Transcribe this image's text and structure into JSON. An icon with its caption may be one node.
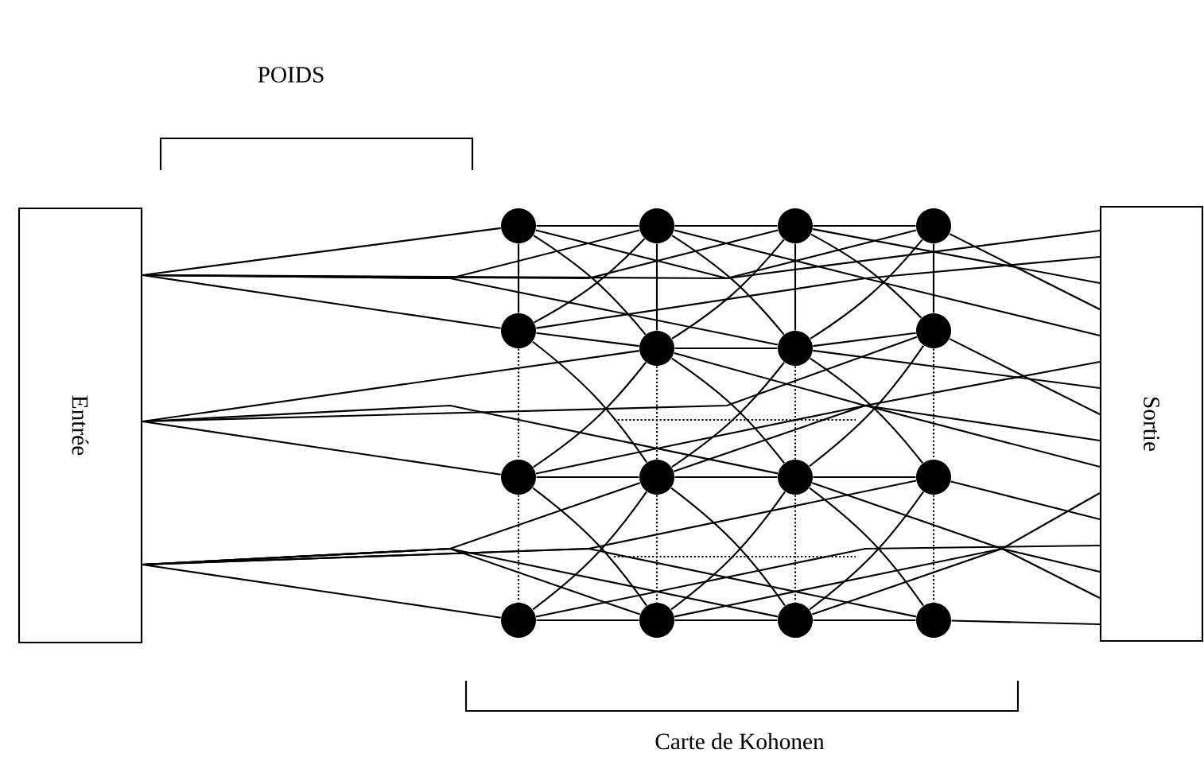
{
  "diagram": {
    "nodes": [
      {
        "text": [
          "Entrée"
        ]
      },
      {
        "text": [
          "Sortie"
        ]
      },
      {
        "text": [],
        "shape": "circle"
      },
      {
        "text": [],
        "shape": "circle"
      },
      {
        "text": [],
        "shape": "circle"
      },
      {
        "text": [],
        "shape": "circle"
      },
      {
        "text": [],
        "shape": "circle"
      },
      {
        "text": [],
        "shape": "circle"
      },
      {
        "text": [],
        "shape": "circle"
      },
      {
        "text": [],
        "shape": "circle"
      },
      {
        "text": [],
        "shape": "circle"
      },
      {
        "text": [],
        "shape": "circle"
      },
      {
        "text": [],
        "shape": "circle"
      },
      {
        "text": [],
        "shape": "circle"
      },
      {
        "text": [],
        "shape": "circle"
      },
      {
        "text": [],
        "shape": "circle"
      },
      {
        "text": [],
        "shape": "circle"
      },
      {
        "text": [],
        "shape": "circle"
      }
    ],
    "edges": [
      {
        "from": 0,
        "to": 2,
        "arrow": "none"
      },
      {
        "from": 0,
        "to": 3,
        "arrow": "none"
      },
      {
        "from": 0,
        "to": 4,
        "arrow": "none"
      },
      {
        "from": 0,
        "to": 5,
        "arrow": "none"
      },
      {
        "from": 0,
        "to": 6,
        "arrow": "none"
      },
      {
        "from": 0,
        "to": 7,
        "arrow": "none"
      },
      {
        "from": 0,
        "to": 8,
        "arrow": "none"
      },
      {
        "from": 0,
        "to": 9,
        "arrow": "none"
      },
      {
        "from": 0,
        "to": 10,
        "arrow": "none"
      },
      {
        "from": 0,
        "to": 11,
        "arrow": "none"
      },
      {
        "from": 0,
        "to": 12,
        "arrow": "none"
      },
      {
        "from": 0,
        "to": 13,
        "arrow": "none"
      },
      {
        "from": 0,
        "to": 14,
        "arrow": "none"
      },
      {
        "from": 0,
        "to": 15,
        "arrow": "none"
      },
      {
        "from": 0,
        "to": 16,
        "arrow": "none"
      },
      {
        "from": 0,
        "to": 17,
        "arrow": "none"
      },
      {
        "from": 2,
        "to": 1,
        "arrow": "none"
      },
      {
        "from": 3,
        "to": 1,
        "arrow": "none"
      },
      {
        "from": 4,
        "to": 1,
        "arrow": "none"
      },
      {
        "from": 5,
        "to": 1,
        "arrow": "none"
      },
      {
        "from": 6,
        "to": 1,
        "arrow": "none"
      },
      {
        "from": 7,
        "to": 1,
        "arrow": "none"
      },
      {
        "from": 8,
        "to": 1,
        "arrow": "none"
      },
      {
        "from": 9,
        "to": 1,
        "arrow": "none"
      },
      {
        "from": 10,
        "to": 1,
        "arrow": "none"
      },
      {
        "from": 11,
        "to": 1,
        "arrow": "none"
      },
      {
        "from": 12,
        "to": 1,
        "arrow": "none"
      },
      {
        "from": 13,
        "to": 1,
        "arrow": "none"
      },
      {
        "from": 14,
        "to": 1,
        "arrow": "none"
      },
      {
        "from": 15,
        "to": 1,
        "arrow": "none"
      },
      {
        "from": 16,
        "to": 1,
        "arrow": "none"
      },
      {
        "from": 17,
        "to": 1,
        "arrow": "none"
      },
      {
        "from": 2,
        "to": 3,
        "arrow": "none"
      },
      {
        "from": 3,
        "to": 4,
        "arrow": "none"
      },
      {
        "from": 4,
        "to": 5,
        "arrow": "none"
      },
      {
        "from": 6,
        "to": 7,
        "arrow": "none"
      },
      {
        "from": 7,
        "to": 8,
        "arrow": "none"
      },
      {
        "from": 8,
        "to": 9,
        "arrow": "none"
      },
      {
        "from": 10,
        "to": 11,
        "arrow": "none"
      },
      {
        "from": 11,
        "to": 12,
        "arrow": "none"
      },
      {
        "from": 12,
        "to": 13,
        "arrow": "none"
      },
      {
        "from": 14,
        "to": 15,
        "arrow": "none"
      },
      {
        "from": 15,
        "to": 16,
        "arrow": "none"
      },
      {
        "from": 16,
        "to": 17,
        "arrow": "none"
      },
      {
        "from": 2,
        "to": 6,
        "arrow": "none"
      },
      {
        "from": 3,
        "to": 7,
        "arrow": "none"
      },
      {
        "from": 4,
        "to": 8,
        "arrow": "none"
      },
      {
        "from": 5,
        "to": 9,
        "arrow": "none"
      },
      {
        "from": 6,
        "to": 10,
        "arrow": "none",
        "style": "dashed"
      },
      {
        "from": 7,
        "to": 11,
        "arrow": "none",
        "style": "dashed"
      },
      {
        "from": 8,
        "to": 12,
        "arrow": "none",
        "style": "dashed"
      },
      {
        "from": 9,
        "to": 13,
        "arrow": "none",
        "style": "dashed"
      },
      {
        "from": 10,
        "to": 14,
        "arrow": "none",
        "style": "dashed"
      },
      {
        "from": 11,
        "to": 15,
        "arrow": "none",
        "style": "dashed"
      },
      {
        "from": 12,
        "to": 16,
        "arrow": "none",
        "style": "dashed"
      },
      {
        "from": 13,
        "to": 17,
        "arrow": "none",
        "style": "dashed"
      },
      {
        "from": 2,
        "to": 7,
        "arrow": "none"
      },
      {
        "from": 3,
        "to": 6,
        "arrow": "none"
      },
      {
        "from": 3,
        "to": 8,
        "arrow": "none"
      },
      {
        "from": 4,
        "to": 7,
        "arrow": "none"
      },
      {
        "from": 4,
        "to": 9,
        "arrow": "none"
      },
      {
        "from": 5,
        "to": 8,
        "arrow": "none"
      },
      {
        "from": 6,
        "to": 11,
        "arrow": "none"
      },
      {
        "from": 7,
        "to": 10,
        "arrow": "none"
      },
      {
        "from": 7,
        "to": 12,
        "arrow": "none"
      },
      {
        "from": 8,
        "to": 11,
        "arrow": "none"
      },
      {
        "from": 8,
        "to": 13,
        "arrow": "none"
      },
      {
        "from": 9,
        "to": 12,
        "arrow": "none"
      },
      {
        "from": 10,
        "to": 15,
        "arrow": "none"
      },
      {
        "from": 11,
        "to": 14,
        "arrow": "none"
      },
      {
        "from": 11,
        "to": 16,
        "arrow": "none"
      },
      {
        "from": 12,
        "to": 15,
        "arrow": "none"
      },
      {
        "from": 12,
        "to": 17,
        "arrow": "none"
      },
      {
        "from": 13,
        "to": 16,
        "arrow": "none"
      }
    ],
    "labels": [
      "POIDS",
      "Carte de Kohonen"
    ]
  }
}
